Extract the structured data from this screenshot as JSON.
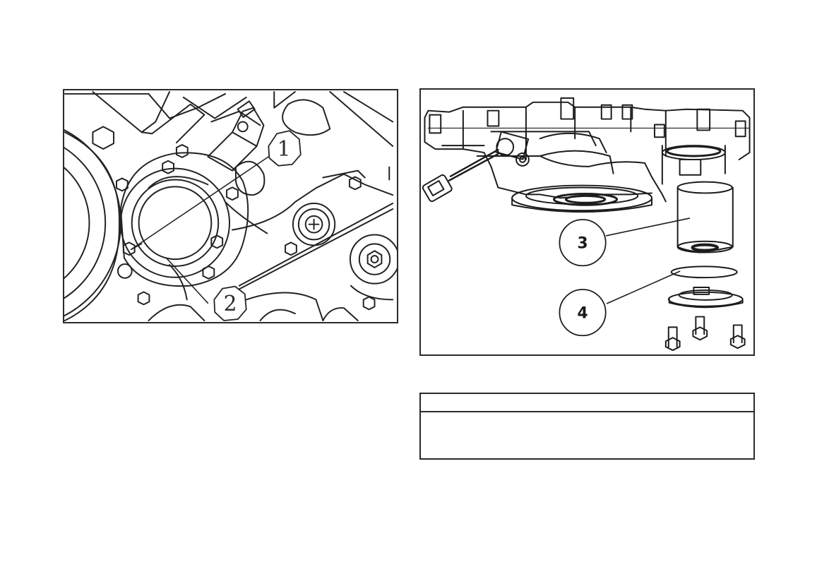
{
  "figure_left": {
    "callouts": [
      "1",
      "2"
    ]
  },
  "figure_right": {
    "callouts": [
      "3",
      "4"
    ]
  },
  "note_box": {
    "header": "",
    "body": ""
  }
}
